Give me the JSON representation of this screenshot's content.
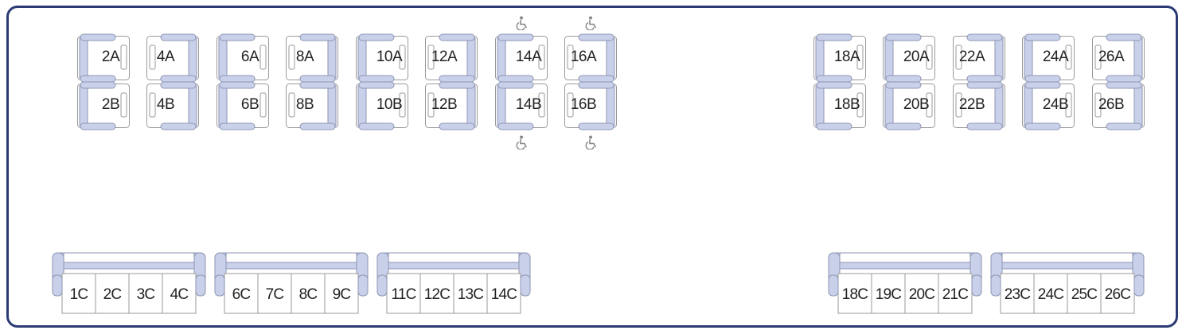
{
  "colors": {
    "border": "#2b3a74",
    "seat_fill": "#c9d0ea",
    "seat_stroke": "#8e96b3",
    "cell_stroke": "#9a9a9a",
    "icon": "#888888"
  },
  "seats_top": [
    {
      "label": "2A",
      "facing": "left"
    },
    {
      "label": "2B",
      "facing": "left"
    },
    {
      "label": "4A",
      "facing": "right"
    },
    {
      "label": "4B",
      "facing": "right"
    },
    {
      "label": "6A",
      "facing": "left"
    },
    {
      "label": "6B",
      "facing": "left"
    },
    {
      "label": "8A",
      "facing": "right"
    },
    {
      "label": "8B",
      "facing": "right"
    },
    {
      "label": "10A",
      "facing": "left"
    },
    {
      "label": "10B",
      "facing": "left"
    },
    {
      "label": "12A",
      "facing": "right"
    },
    {
      "label": "12B",
      "facing": "right"
    },
    {
      "label": "14A",
      "facing": "left",
      "accessible": true
    },
    {
      "label": "14B",
      "facing": "left",
      "accessible": true
    },
    {
      "label": "16A",
      "facing": "right",
      "accessible": true
    },
    {
      "label": "16B",
      "facing": "right",
      "accessible": true
    },
    {
      "label": "18A",
      "facing": "left"
    },
    {
      "label": "18B",
      "facing": "left"
    },
    {
      "label": "20A",
      "facing": "left"
    },
    {
      "label": "20B",
      "facing": "left"
    },
    {
      "label": "22A",
      "facing": "right"
    },
    {
      "label": "22B",
      "facing": "right"
    },
    {
      "label": "24A",
      "facing": "left"
    },
    {
      "label": "24B",
      "facing": "left"
    },
    {
      "label": "26A",
      "facing": "right"
    },
    {
      "label": "26B",
      "facing": "right"
    }
  ],
  "benches": [
    {
      "seats": [
        "1C",
        "2C",
        "3C",
        "4C"
      ]
    },
    {
      "seats": [
        "6C",
        "7C",
        "8C",
        "9C"
      ]
    },
    {
      "seats": [
        "11C",
        "12C",
        "13C",
        "14C"
      ]
    },
    {
      "seats": [
        "18C",
        "19C",
        "20C",
        "21C"
      ]
    },
    {
      "seats": [
        "23C",
        "24C",
        "25C",
        "26C"
      ]
    }
  ]
}
